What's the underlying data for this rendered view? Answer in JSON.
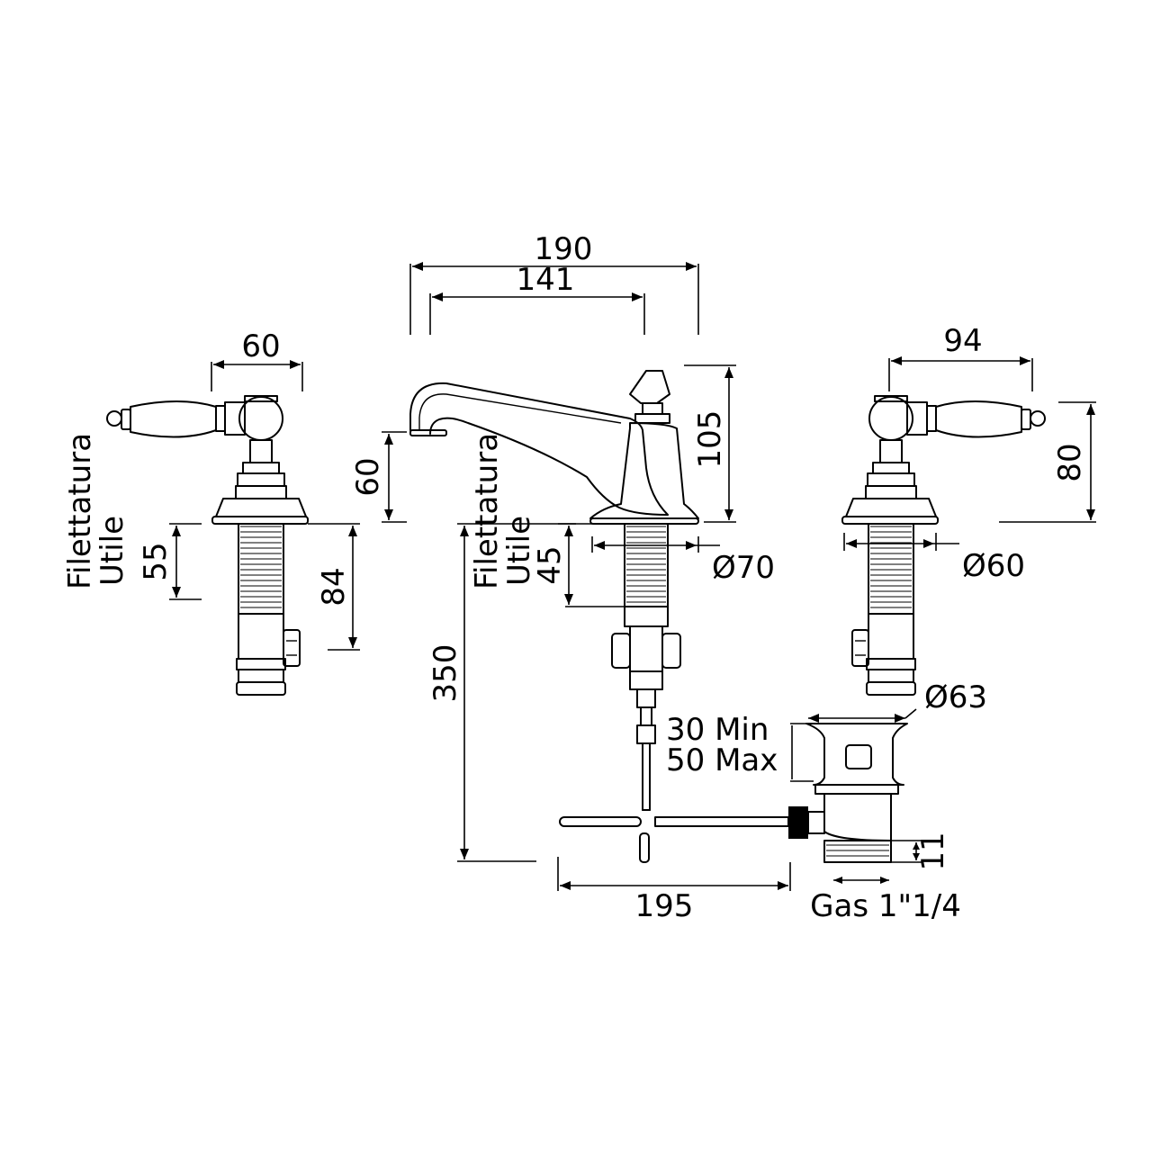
{
  "dimensions": {
    "spout_width_190": "190",
    "spout_width_141": "141",
    "left_handle_width": "60",
    "right_handle_width": "94",
    "spout_height": "105",
    "spout_outlet_height": "60",
    "right_valve_height": "80",
    "left_thread_length": "55",
    "left_body_length": "84",
    "spout_thread_length": "45",
    "spout_base_diameter": "Ø70",
    "valve_base_diameter": "Ø60",
    "waste_diameter": "Ø63",
    "rod_length": "350",
    "waste_range_min": "30 Min",
    "waste_range_max": "50 Max",
    "lever_length": "195",
    "waste_thread_height": "11",
    "waste_thread_spec": "Gas 1\"1/4"
  },
  "labels": {
    "thread_line1": "Filettatura",
    "thread_line2": "Utile"
  }
}
